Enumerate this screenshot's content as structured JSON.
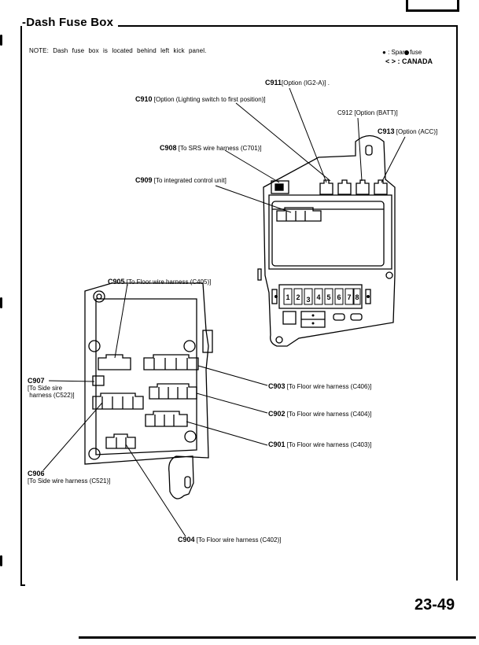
{
  "title": "-Dash Fuse Box",
  "note": "NOTE: Dash fuse box is located behind left kick panel.",
  "legend": {
    "spare_fuse": ": Spare fuse",
    "canada": "< > : CANADA"
  },
  "fuse_numbers": [
    "1",
    "2",
    "3",
    "4",
    "5",
    "6",
    "7",
    "8"
  ],
  "connectors": [
    {
      "code": "C911",
      "desc": "[Option (IG2-A)] ."
    },
    {
      "code": "C910",
      "desc": "[Option (Lighting switch to first position)]"
    },
    {
      "code": "C912",
      "desc": "[Option (BATT)]"
    },
    {
      "code": "C913",
      "desc": "[Option (ACC)]"
    },
    {
      "code": "C908",
      "desc": "[To SRS wire harness (C701)]"
    },
    {
      "code": "C909",
      "desc": "[To integrated control unit]"
    },
    {
      "code": "C905",
      "desc": "[To Floor wire harness (C405)]"
    },
    {
      "code": "C907",
      "desc": "[To Side sire",
      "desc2": "harness (C522)]"
    },
    {
      "code": "C903",
      "desc": "[To Floor wire harness (C406)]"
    },
    {
      "code": "C902",
      "desc": "[To Floor wire harness (C404)]"
    },
    {
      "code": "C901",
      "desc": "[To Floor wire harness (C403)]"
    },
    {
      "code": "C906",
      "desc": "[To Side wire harness (C521)]"
    },
    {
      "code": "C904",
      "desc": "[To Floor wire harness (C402)]"
    }
  ],
  "page_number": "23-49"
}
